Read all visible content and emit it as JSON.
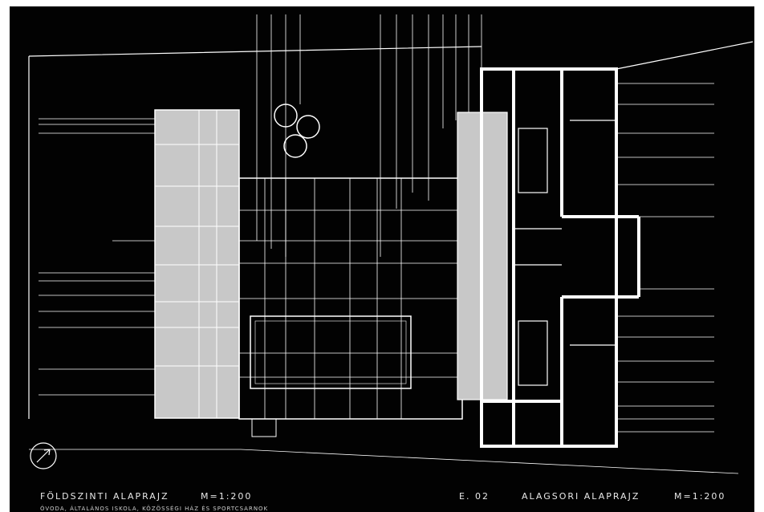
{
  "captions": {
    "ground_floor_plan": "FÖLDSZINTI ALAPRAJZ",
    "ground_floor_scale": "M=1:200",
    "sheet_number": "E. 02",
    "basement_plan": "ALAGSORI ALAPRAJZ",
    "basement_scale": "M=1:200",
    "bottom_note": "ÓVODA, ÁLTALÁNOS ISKOLA, KÖZÖSSÉGI HÁZ ÉS SPORTCSARNOK"
  },
  "colors": {
    "background": "#020202",
    "lines": "#ffffff",
    "highlight": "#c8c8c8"
  },
  "icons": {
    "north_arrow": "north-arrow-icon"
  }
}
